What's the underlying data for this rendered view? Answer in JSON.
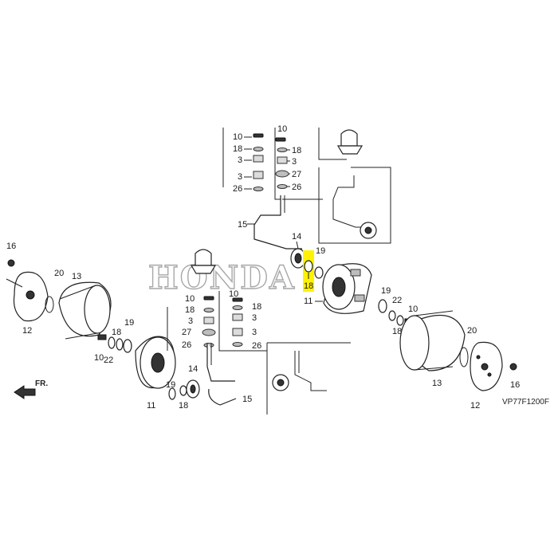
{
  "diagram": {
    "brand_watermark": "HONDA",
    "code": "VP77F1200F",
    "front_label": "FR."
  },
  "labels": {
    "inset_left_top": [
      "10",
      "18",
      "3",
      "3",
      "26"
    ],
    "inset_right_top": [
      "10",
      "18",
      "3",
      "27",
      "26"
    ],
    "inset_left_bottom": [
      "10",
      "18",
      "3",
      "27",
      "26"
    ],
    "inset_right_bottom": [
      "10",
      "18",
      "3",
      "3",
      "26"
    ],
    "p15_top": "15",
    "p14_top": "14",
    "p19_top": "19",
    "p18_hl": "18",
    "p11_right": "11",
    "p19_right": "19",
    "p22_right": "22",
    "p18_right": "18",
    "p10_right": "10",
    "p20_right": "20",
    "p13_right": "13",
    "p12_right": "12",
    "p16_right": "16",
    "p16_left": "16",
    "p12_left": "12",
    "p20_left": "20",
    "p13_left": "13",
    "p10_left": "10",
    "p22_left": "22",
    "p18_left": "18",
    "p19_left": "19",
    "p11_left": "11",
    "p14_bottom": "14",
    "p15_bottom": "15",
    "p19_bottom": "19",
    "p18_bottom": "18"
  },
  "colors": {
    "highlight": "#fff200",
    "line": "#222222"
  }
}
